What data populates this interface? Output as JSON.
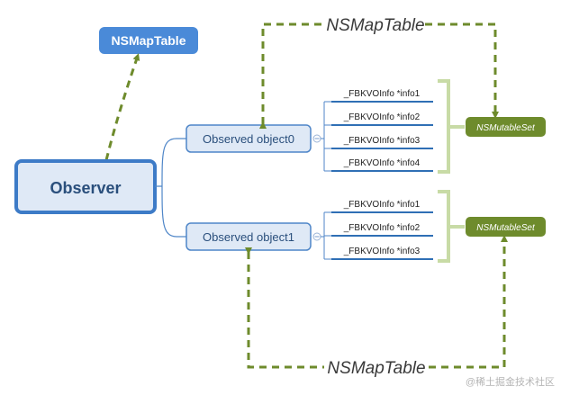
{
  "nodes": {
    "root": "Observer",
    "top_table": "NSMapTable",
    "object0": "Observed object0",
    "object1": "Observed object1"
  },
  "group0": {
    "items": [
      "_FBKVOInfo *info1",
      "_FBKVOInfo *info2",
      "_FBKVOInfo *info3",
      "_FBKVOInfo *info4"
    ],
    "set_label": "NSMutableSet"
  },
  "group1": {
    "items": [
      "_FBKVOInfo *info1",
      "_FBKVOInfo *info2",
      "_FBKVOInfo *info3"
    ],
    "set_label": "NSMutableSet"
  },
  "map_labels": {
    "top": "NSMapTable",
    "bottom": "NSMapTable"
  },
  "watermark": "@稀土掘金技术社区",
  "colors": {
    "arrow_green": "#6e8b2c",
    "set_fill": "#6e8b2c",
    "bracket": "#c8dba6",
    "node_fill": "#dfe9f6",
    "node_border": "#4f86c8",
    "root_border": "#3d7bc7",
    "table_fill": "#4a8ad8",
    "info_line": "#2f6fb5",
    "connector": "#4f86c8",
    "title_text": "#2a4f7c"
  }
}
